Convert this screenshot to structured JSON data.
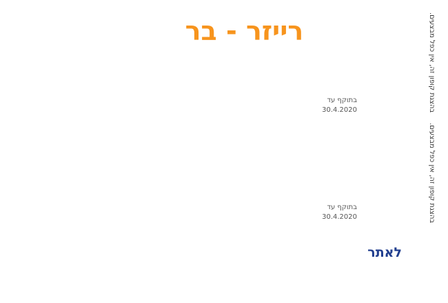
{
  "title": "רייזר - בר",
  "coupons": [
    {
      "valid_label": "בתוקף עד",
      "valid_date": "30.4.2020"
    },
    {
      "valid_label": "בתוקף עד",
      "valid_date": "30.4.2020"
    }
  ],
  "disclaimers": [
    "בהצגת קופון זה, אין כפל מבצעים.",
    "בהצגת קופון זה, אין כפל מבצעים."
  ],
  "site_link": "לאתר"
}
